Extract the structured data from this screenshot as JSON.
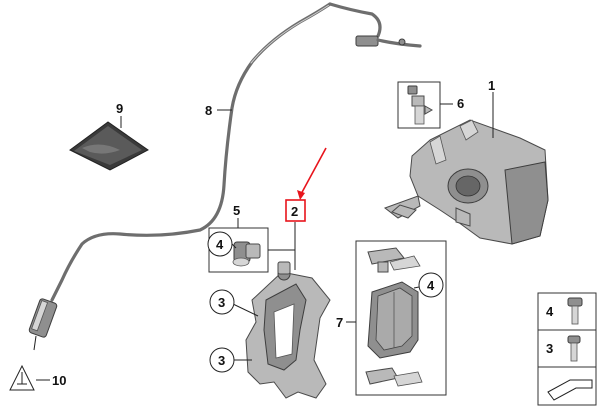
{
  "diagram": {
    "callouts": {
      "c1": "1",
      "c2": "2",
      "c3a": "3",
      "c3b": "3",
      "c4a": "4",
      "c4b": "4",
      "c5": "5",
      "c6": "6",
      "c7": "7",
      "c8": "8",
      "c9": "9",
      "c10": "10"
    },
    "legend": {
      "row_top": "4",
      "row_bottom": "3"
    },
    "colors": {
      "highlight": "#e8141c",
      "line": "#222222",
      "part_fill": "#b9b9b9"
    },
    "icons": [
      "brake-caliper-icon",
      "caliper-carrier-icon",
      "brake-pad-set-icon",
      "brake-hose-icon",
      "wear-sensor-icon",
      "bolt-icon",
      "bleeder-valve-icon",
      "grease-pack-icon",
      "ground-symbol-icon",
      "arrow-stamp-icon"
    ]
  }
}
